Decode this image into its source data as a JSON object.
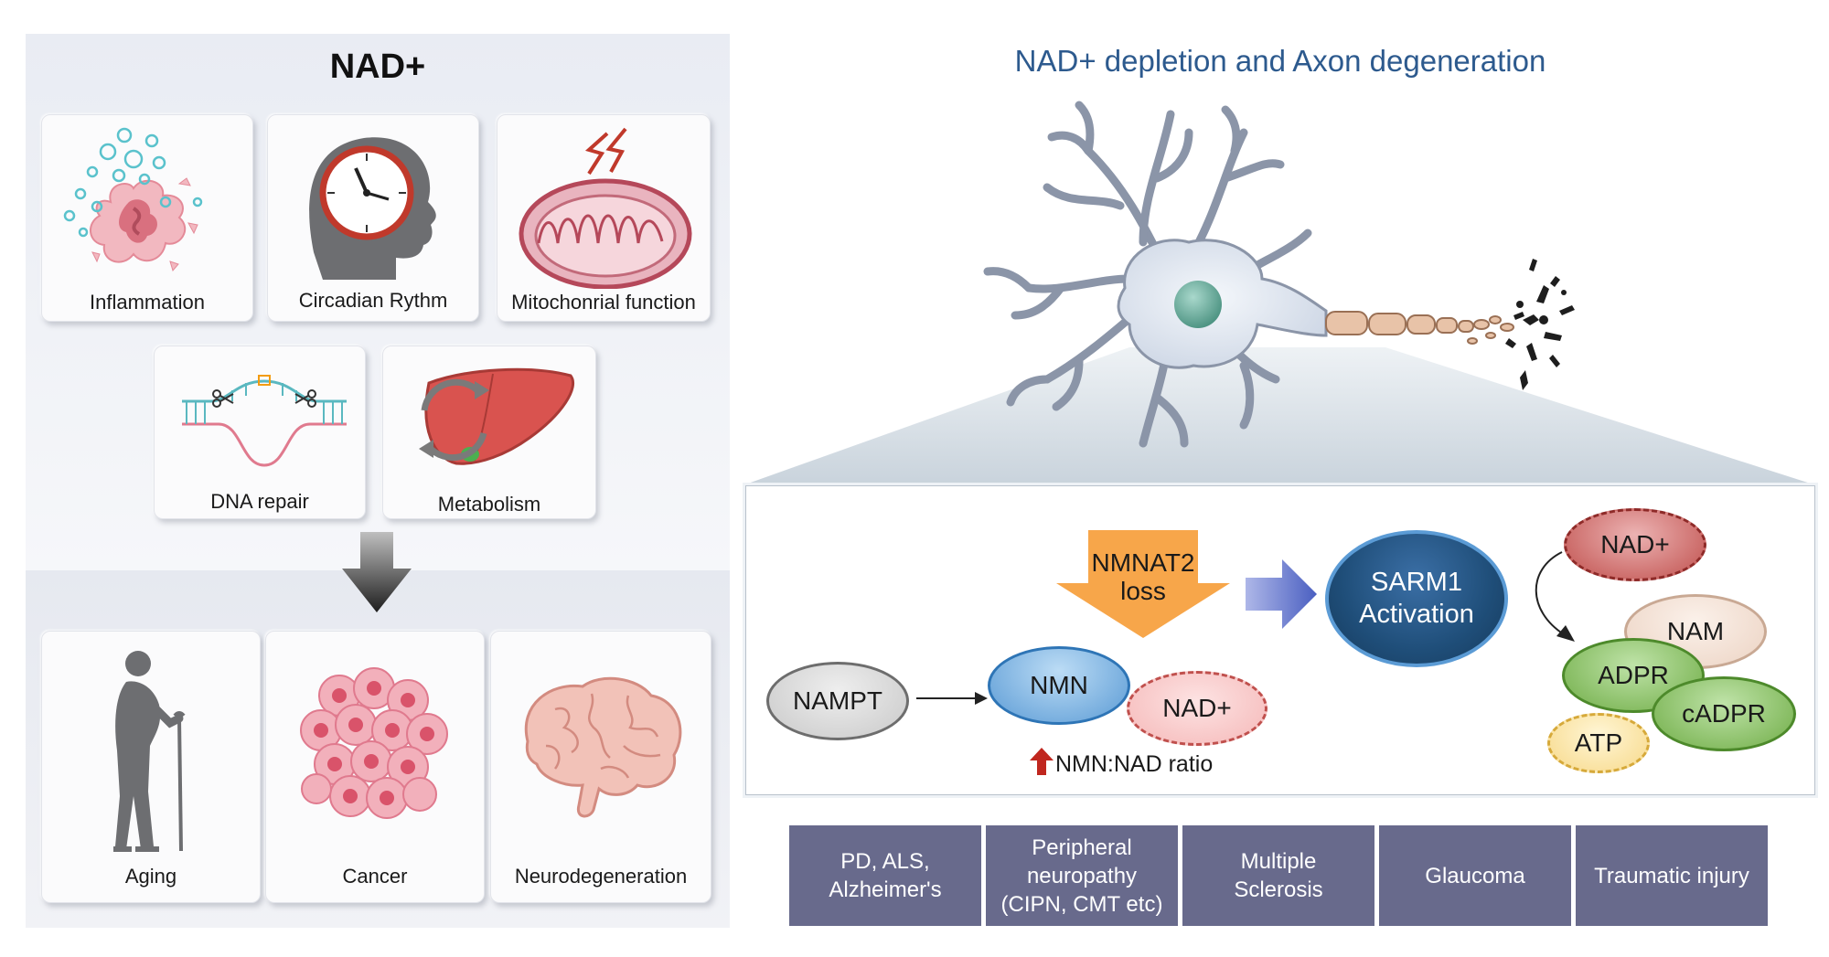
{
  "left": {
    "title": "NAD+",
    "functions": [
      {
        "label": "Inflammation",
        "icon": "inflammation-icon"
      },
      {
        "label": "Circadian Rythm",
        "icon": "circadian-head-clock-icon"
      },
      {
        "label": "Mitochonrial function",
        "icon": "mitochondria-icon"
      },
      {
        "label": "DNA repair",
        "icon": "dna-repair-icon"
      },
      {
        "label": "Metabolism",
        "icon": "liver-metabolism-icon"
      }
    ],
    "outcomes": [
      {
        "label": "Aging",
        "icon": "elderly-person-icon"
      },
      {
        "label": "Cancer",
        "icon": "cancer-cells-icon"
      },
      {
        "label": "Neurodegeneration",
        "icon": "brain-icon"
      }
    ]
  },
  "right": {
    "title": "NAD+ depletion and Axon degeneration",
    "neuron_icon": "degenerating-neuron-icon",
    "mechanism": {
      "nmnat2": [
        "NMNAT2",
        "loss"
      ],
      "nampt": "NAMPT",
      "nmn": "NMN",
      "nad_left": "NAD+",
      "ratio": "NMN:NAD ratio",
      "sarm1": [
        "SARM1",
        "Activation"
      ],
      "nad_right": "NAD+",
      "nam": "NAM",
      "adpr": "ADPR",
      "cadpr": "cADPR",
      "atp": "ATP"
    },
    "diseases": [
      [
        "PD, ALS,",
        "Alzheimer's"
      ],
      [
        "Peripheral",
        "neuropathy",
        "(CIPN, CMT etc)"
      ],
      [
        "Multiple",
        "Sclerosis"
      ],
      [
        "Glaucoma"
      ],
      [
        "Traumatic injury"
      ]
    ]
  },
  "colors": {
    "title_blue": "#2d5a8e",
    "disease_box": "#686a8c",
    "sarm1": "#1f4e79",
    "nmn": "#5b9bd5",
    "green": "#70ad47",
    "nad_red": "#c0504d",
    "arrow_orange": "#f7a64a",
    "arrow_blue": "#4a5fc1"
  }
}
